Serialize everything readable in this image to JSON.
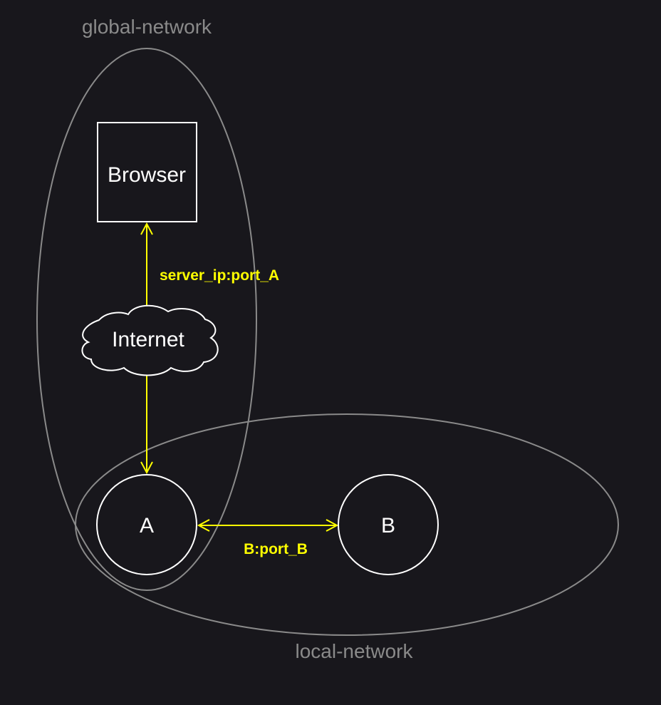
{
  "groups": {
    "global": "global-network",
    "local": "local-network"
  },
  "nodes": {
    "browser": "Browser",
    "internet": "Internet",
    "a": "A",
    "b": "B"
  },
  "edges": {
    "browser_internet": "server_ip:port_A",
    "a_b": "B:port_B"
  },
  "colors": {
    "background": "#18171c",
    "region_stroke": "#8a8a8a",
    "node_stroke": "#ffffff",
    "edge": "#ffff00"
  }
}
